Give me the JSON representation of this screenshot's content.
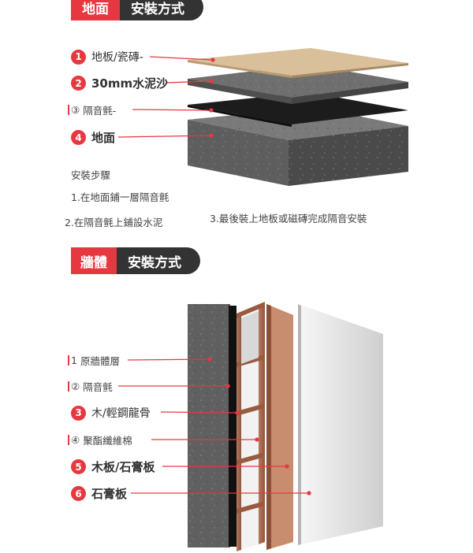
{
  "floor_section": {
    "header": {
      "tag": "地面",
      "title": "安裝方式"
    },
    "labels": [
      {
        "num": "1",
        "text": "地板/瓷磚-"
      },
      {
        "num": "2",
        "text": "30mm水泥沙"
      },
      {
        "num": "③",
        "text": "隔音氈-"
      },
      {
        "num": "4",
        "text": "地面"
      }
    ],
    "steps_title": "安裝步驟",
    "steps": [
      "1.在地面鋪一層隔音氈",
      "2.在隔音氈上鋪設水泥",
      "3.最後裝上地板或磁磚完成隔音安裝"
    ]
  },
  "wall_section": {
    "header": {
      "tag": "牆體",
      "title": "安裝方式"
    },
    "labels": [
      {
        "num": "1",
        "text": "原牆體層"
      },
      {
        "num": "②",
        "text": "隔音氈"
      },
      {
        "num": "3",
        "text": "木/輕鋼龍骨"
      },
      {
        "num": "④",
        "text": "聚酯纖維棉"
      },
      {
        "num": "5",
        "text": "木板/石膏板"
      },
      {
        "num": "6",
        "text": "石膏板"
      }
    ]
  },
  "colors": {
    "accent": "#e63840",
    "dark": "#333333",
    "wood_top": "#d9bf9a",
    "concrete": "#6b6b6b",
    "felt": "#1a1a1a",
    "stud": "#a0604a",
    "board": "#f0f0f0"
  }
}
